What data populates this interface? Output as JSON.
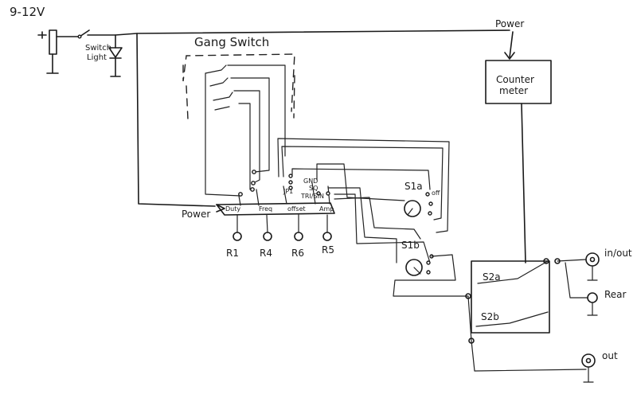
{
  "labels": {
    "supply": "9-12V",
    "switch_light": "Switch\nLight",
    "power_top": "Power",
    "counter_meter": "Counter\nmeter",
    "gang_switch": "Gang Switch",
    "power_left": "Power",
    "duty": "Duty",
    "freq": "Freq",
    "offset": "offset",
    "amp": "Amp",
    "jp1": "JP1",
    "gnd": "GND",
    "sq": "SQ",
    "tri_sin": "TRI/SIN",
    "s1a": "S1a",
    "off": "off",
    "s1b": "S1b",
    "r1": "R1",
    "r4": "R4",
    "r6": "R6",
    "r5": "R5",
    "s2a": "S2a",
    "s2b": "S2b",
    "in_out": "in/out",
    "rear": "Rear",
    "out": "out"
  }
}
